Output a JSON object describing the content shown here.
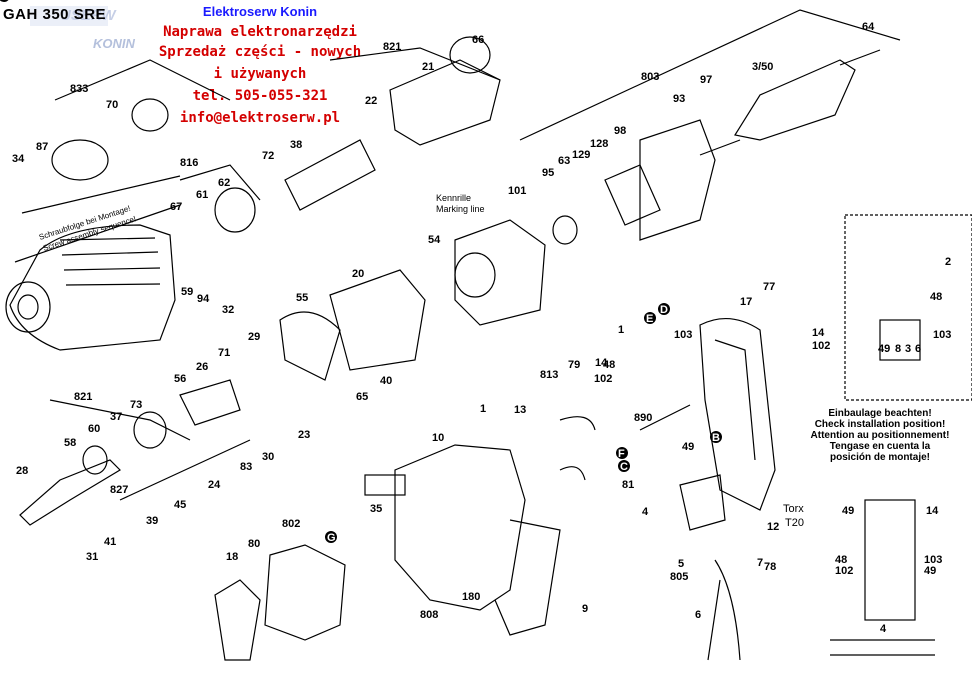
{
  "title": "GAH 350 SRE",
  "watermark": {
    "brand": "USERW",
    "city": "KONIN"
  },
  "ad": {
    "company": "Elektroserw Konin",
    "lines": [
      "Naprawa elektronarzędzi",
      "Sprzedaż części - nowych",
      "i używanych",
      "tel. 505-055-321",
      "info@elektroserw.pl"
    ]
  },
  "annotations": {
    "marking_line": [
      "Kennrille",
      "Marking line"
    ],
    "screw_sequence": [
      "Schraubfolge bei Montage!",
      "Screw assembly sequence!"
    ],
    "install_note": [
      "Einbaulage beachten!",
      "Check installation position!",
      "Attention au positionnement!",
      "Tengase en cuenta la",
      "posición de montaje!"
    ],
    "torx": [
      "Torx",
      "T20"
    ]
  },
  "colors": {
    "ad_text": "#d40000",
    "company": "#1a1aff",
    "lines": "#000000"
  },
  "part_labels": [
    "833",
    "34",
    "87",
    "70",
    "816",
    "67",
    "61",
    "62",
    "59",
    "94",
    "32",
    "29",
    "71",
    "26",
    "56",
    "73",
    "37",
    "60",
    "58",
    "821",
    "28",
    "827",
    "31",
    "41",
    "39",
    "45",
    "24",
    "83",
    "30",
    "23",
    "55",
    "20",
    "65",
    "40",
    "54",
    "101",
    "95",
    "63",
    "129",
    "128",
    "98",
    "803",
    "93",
    "97",
    "3/50",
    "64",
    "66",
    "21",
    "22",
    "72",
    "38",
    "821",
    "1",
    "10",
    "35",
    "802",
    "80",
    "18",
    "808",
    "180",
    "9",
    "813",
    "13",
    "79",
    "14",
    "48",
    "102",
    "103",
    "890",
    "49",
    "81",
    "4",
    "12",
    "5",
    "805",
    "7",
    "78",
    "6",
    "17",
    "77",
    "2",
    "48",
    "14",
    "102",
    "103",
    "49",
    "14",
    "48",
    "102",
    "103",
    "49",
    "49",
    "8",
    "3",
    "6",
    "4",
    "1",
    "E",
    "D",
    "F",
    "C",
    "B",
    "G",
    "A"
  ]
}
